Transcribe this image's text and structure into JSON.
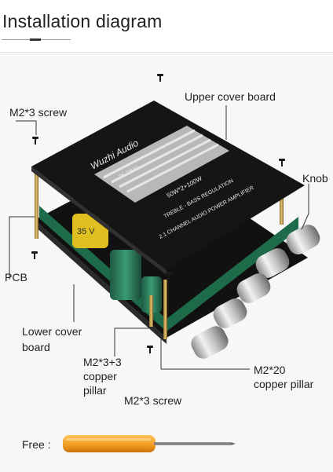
{
  "title": "Installation diagram",
  "labels": {
    "upper_cover_board": "Upper cover board",
    "screw_top": "M2*3 screw",
    "knob": "Knob",
    "pcb": "PCB",
    "lower_cover_board_1": "Lower cover",
    "lower_cover_board_2": "board",
    "pillar_33_line1": "M2*3+3",
    "pillar_33_line2": "copper",
    "pillar_33_line3": "pillar",
    "pillar_20_line1": "M2*20",
    "pillar_20_line2": "copper pillar",
    "screw_bottom": "M2*3 screw",
    "free": "Free :"
  },
  "board_text": {
    "brand": "Wuzhi Audio",
    "model": "ZK-TB22",
    "power": "50W*2+100W",
    "feature": "TREBLE - BASS REGULATION",
    "channel": "2.1 CHANNEL AUDIO POWER AMPLIFIER",
    "cap_label": "35 V"
  },
  "colors": {
    "board": "#161616",
    "heatsink": "#c8c8c8",
    "capacitor": "#2a7a5a",
    "capacitor_yellow": "#e0c020",
    "screwdriver_handle": "#f0a02a",
    "leader_line": "#333333"
  },
  "icons": [
    "screw-icon",
    "copper-pillar-icon",
    "knob-icon",
    "screwdriver-icon",
    "heatsink-icon",
    "capacitor-icon"
  ]
}
